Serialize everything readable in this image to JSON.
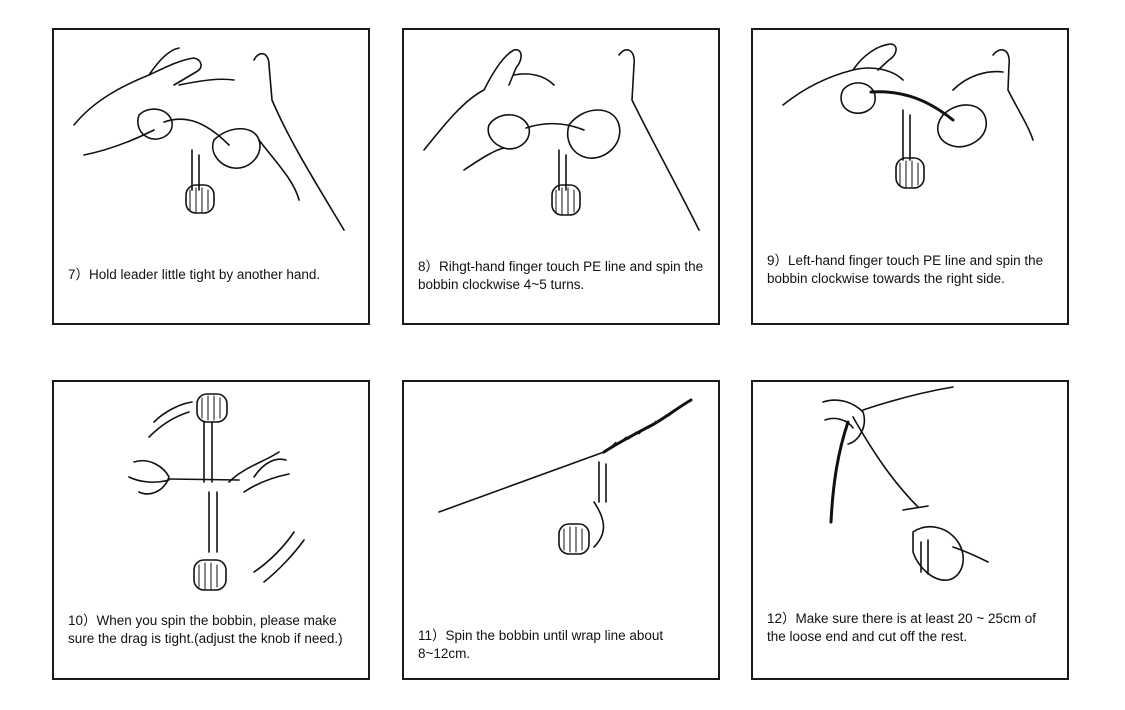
{
  "steps": [
    {
      "caption": "7）Hold leader little tight by another hand."
    },
    {
      "caption": "8）Rihgt-hand finger touch PE line and spin the bobbin clockwise 4~5 turns."
    },
    {
      "caption": "9）Left-hand finger touch PE line and spin the bobbin clockwise towards the right side."
    },
    {
      "caption": "10）When you spin the bobbin, please make sure the drag is tight.(adjust the knob if need.)"
    },
    {
      "caption": "11）Spin the bobbin until wrap line about 8~12cm."
    },
    {
      "caption": "12）Make sure there is at least 20 ~ 25cm of the loose end and cut off the rest."
    }
  ]
}
